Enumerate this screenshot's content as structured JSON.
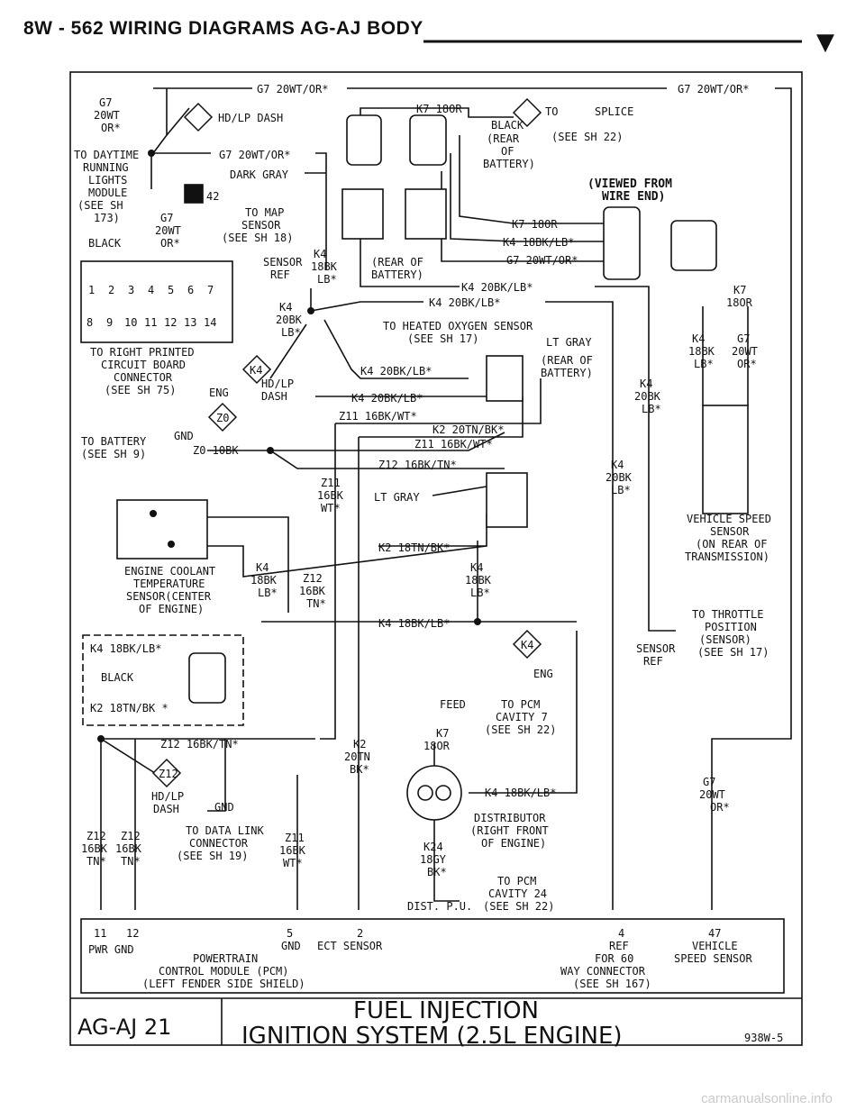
{
  "header": {
    "text": "8W - 562   WIRING DIAGRAMS AG-AJ BODY",
    "marker": "▼"
  },
  "title": {
    "line1": "FUEL INJECTION",
    "line2": "IGNITION SYSTEM (2.5L ENGINE)"
  },
  "page_code": "AG-AJ 21",
  "figure_id": "938W-5",
  "watermark": "carmanualsonline.info",
  "labels": {
    "g7_top_left": "G7",
    "w20_top_left": "20WT",
    "or_top_left": "OR*",
    "g7_top_wire": "G7 20WT/OR*",
    "g7_top_right": "G7 20WT/OR*",
    "hdlp_dash": "HD/LP DASH",
    "g7_mid": "G7 20WT/OR*",
    "dark_gray": "DARK GRAY",
    "daytime1": "TO DAYTIME",
    "daytime2": "RUNNING",
    "daytime3": "LIGHTS",
    "daytime4": "MODULE",
    "daytime5": "(SEE SH",
    "daytime6": "173)",
    "conn42": "42",
    "g7_b": "G7",
    "w20_b": "20WT",
    "or_b": "OR*",
    "black1": "BLACK",
    "map1": "TO MAP",
    "map2": "SENSOR",
    "map3": "(SEE SH 18)",
    "k7_180r_top": "K7 18OR",
    "black_top": "BLACK",
    "rear1": "(REAR",
    "rear2": "OF",
    "rear3": "BATTERY)",
    "to_splice": "TO",
    "splice": "SPLICE",
    "see22": "(SEE SH 22)",
    "viewed1": "(VIEWED FROM",
    "viewed2": "WIRE END)",
    "k7_180r_mid": "K7 18OR",
    "k4_18bk": "K4 18BK/LB*",
    "g7_20wt_or": "G7 20WT/OR*",
    "sensor_ref1": "SENSOR",
    "sensor_ref2": "REF",
    "k4_a": "K4",
    "k4_18bk_a": "18BK",
    "lb_a": "LB*",
    "rear_of_batt1": "(REAR OF",
    "rear_of_batt2": "BATTERY)",
    "k4_20bk_1": "K4 20BK/LB*",
    "k4_20bk_2": "K4 20BK/LB*",
    "k4_b": "K4",
    "bk20_b": "20BK",
    "lb_b": "LB*",
    "pins_row1": [
      "1",
      "2",
      "3",
      "4",
      "5",
      "6",
      "7"
    ],
    "pins_row2": [
      "8",
      "9",
      "10",
      "11",
      "12",
      "13",
      "14"
    ],
    "rpc1": "TO RIGHT PRINTED",
    "rpc2": "CIRCUIT BOARD",
    "rpc3": "CONNECTOR",
    "rpc4": "(SEE SH 75)",
    "ho2s1": "TO HEATED OXYGEN SENSOR",
    "ho2s2": "(SEE SH 17)",
    "lt_gray": "LT GRAY",
    "rear_of_batt3": "(REAR OF",
    "rear_of_batt4": "BATTERY)",
    "k4_20bk_3": "K4 20BK/LB*",
    "k4_20bk_4": "K4 20BK/LB*",
    "k4_flag": "K4",
    "hdlp2": "HD/LP",
    "dash2": "DASH",
    "eng1": "ENG",
    "z0_flag": "Z0",
    "gnd1": "GND",
    "batt1": "TO BATTERY",
    "batt2": "(SEE SH 9)",
    "z0_10bk": "Z0 10BK",
    "z11_1": "Z11 16BK/WT*",
    "k2_20tn": "K2 20TN/BK*",
    "z11_2": "Z11 16BK/WT*",
    "z12_1": "Z12 16BK/TN*",
    "z11_v1": "Z11",
    "z11_v2": "16BK",
    "z11_v3": "WT*",
    "lt_gray2": "LT GRAY",
    "k4_c": "K4",
    "bk20_c": "20BK",
    "lb_c": "LB*",
    "k7_r": "K7",
    "r180_r": "18OR",
    "k4_r": "K4",
    "bk18_r": "18BK",
    "lb_r": "LB*",
    "g7_r": "G7",
    "w20_r": "20WT",
    "or_r": "OR*",
    "k4_r2": "K4",
    "bk20_r2": "20BK",
    "lb_r2": "LB*",
    "vss1": "VEHICLE SPEED",
    "vss2": "SENSOR",
    "vss3": "(ON REAR OF",
    "vss4": "TRANSMISSION)",
    "k2_18tn": "K2 18TN/BK*",
    "k4_d": "K4",
    "bk18_d": "18BK",
    "lb_d": "LB*",
    "ect1": "ENGINE COOLANT",
    "ect2": "TEMPERATURE",
    "ect3": "SENSOR(CENTER",
    "ect4": "OF ENGINE)",
    "k4_e": "K4",
    "bk18_e": "18BK",
    "lb_e": "LB*",
    "z12_e": "Z12",
    "bk16_e": "16BK",
    "tn_e": "TN*",
    "k4_18bk_main": "K4 18BK/LB*",
    "k4_flag2": "K4",
    "eng2": "ENG",
    "tps1": "TO THROTTLE",
    "tps2": "POSITION",
    "tps3": "(SENSOR)",
    "tps4": "(SEE SH 17)",
    "sref1": "SENSOR",
    "sref2": "REF",
    "box_k4": "K4 18BK/LB*",
    "box_black": "BLACK",
    "box_k2": "K2 18TN/BK *",
    "feed": "FEED",
    "pcm7_1": "TO PCM",
    "pcm7_2": "CAVITY 7",
    "pcm7_3": "(SEE SH 22)",
    "k7_d": "K7",
    "r180_d": "18OR",
    "z12_w": "Z12 16BK/TN*",
    "k2_v": "K2",
    "tn20_v": "20TN",
    "bk_v": "BK*",
    "z12_flag": "Z12",
    "hdlp3": "HD/LP",
    "dash3": "DASH",
    "gnd2": "GND",
    "dlc1": "TO DATA LINK",
    "dlc2": "CONNECTOR",
    "dlc3": "(SEE SH 19)",
    "z11_b1": "Z11",
    "z11_b2": "16BK",
    "z11_b3": "WT*",
    "z12_l1": "Z12",
    "z12_l2": "16BK",
    "z12_l3": "TN*",
    "z12_r1": "Z12",
    "z12_r2": "16BK",
    "z12_r3": "TN*",
    "k4_dist": "K4 18BK/LB*",
    "dist1": "DISTRIBUTOR",
    "dist2": "(RIGHT FRONT",
    "dist3": "OF ENGINE)",
    "k24": "K24",
    "gy18": "18GY",
    "bk_k24": "BK*",
    "pcm24_1": "TO PCM",
    "pcm24_2": "CAVITY 24",
    "pcm24_3": "(SEE SH 22)",
    "distpu": "DIST. P.U.",
    "g7_br": "G7",
    "w20_br": "20WT",
    "or_br": "OR*",
    "pin11": "11",
    "pin12": "12",
    "pwr_gnd": "PWR GND",
    "pin5": "5",
    "gnd5": "GND",
    "pin2": "2",
    "ect_sensor": "ECT SENSOR",
    "pin4": "4",
    "ref4": "REF",
    "pin47": "47",
    "veh": "VEHICLE",
    "spd": "SPEED SENSOR",
    "pcm1": "POWERTRAIN",
    "pcm2": "CONTROL MODULE (PCM)",
    "pcm3": "(LEFT FENDER SIDE SHIELD)",
    "for60": "FOR 60",
    "way": "WAY CONNECTOR",
    "sh167": "(SEE SH 167)"
  }
}
